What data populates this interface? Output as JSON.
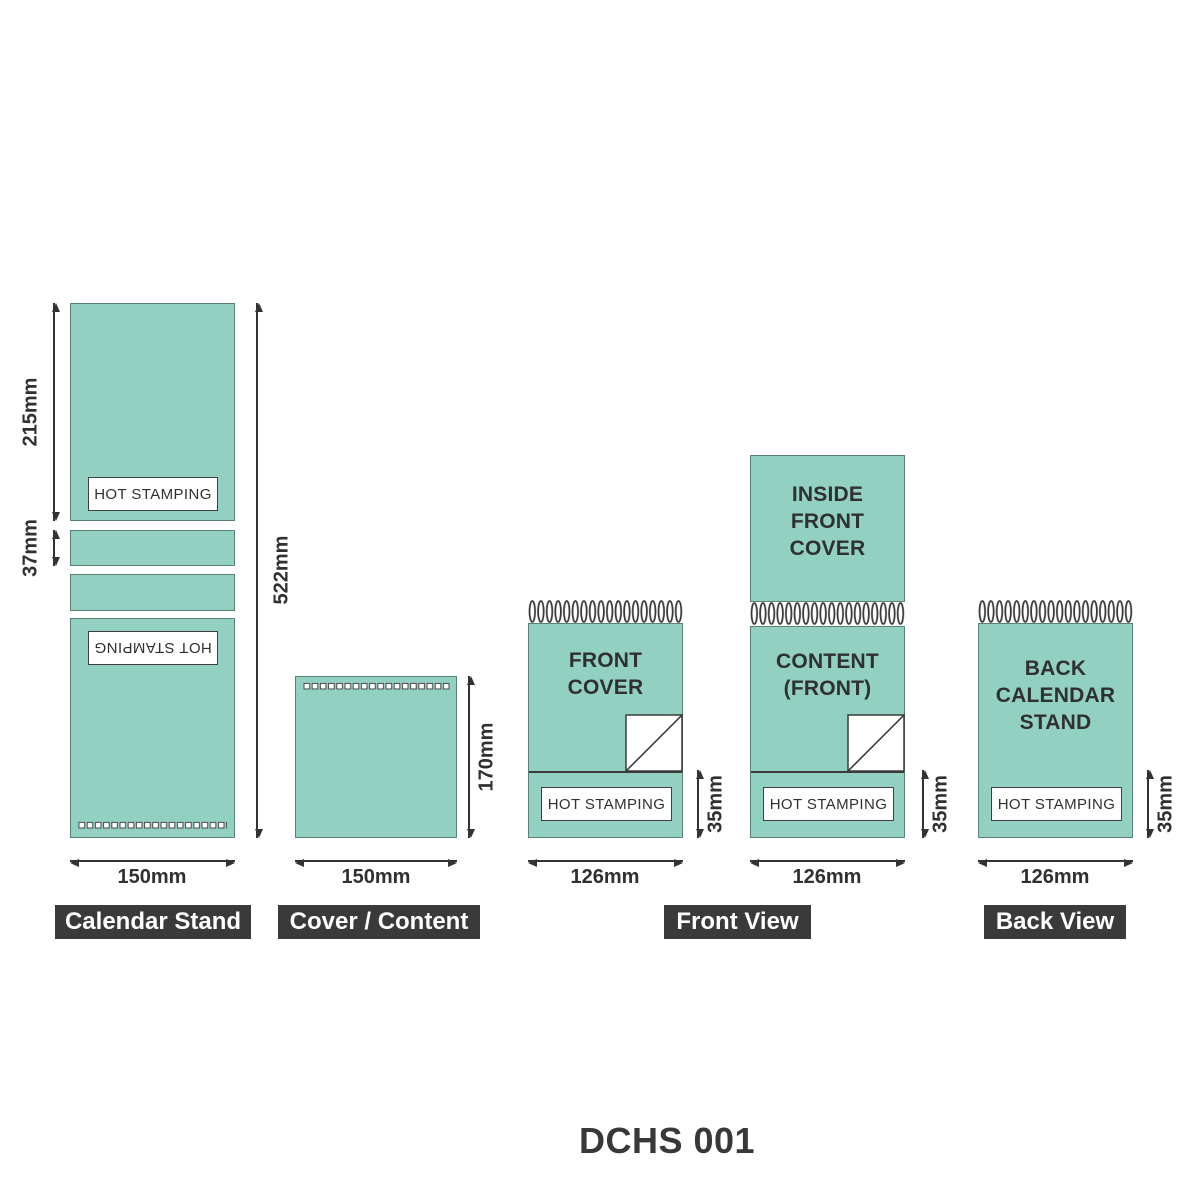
{
  "colors": {
    "teal": "#92d1c2",
    "ink": "#303030",
    "caption_bg": "#3a3a3a",
    "caption_text": "#ffffff"
  },
  "title": "DCHS 001",
  "labels": {
    "hot_stamping": "HOT STAMPING",
    "front_cover": "FRONT\nCOVER",
    "inside_front_cover": "INSIDE\nFRONT\nCOVER",
    "content_front": "CONTENT\n(FRONT)",
    "back_calendar_stand": "BACK\nCALENDAR\nSTAND"
  },
  "captions": {
    "calendar_stand": "Calendar Stand",
    "cover_content": "Cover / Content",
    "front_view": "Front View",
    "back_view": "Back View"
  },
  "dimensions": {
    "stand_top_height": "215mm",
    "stand_fold_height": "37mm",
    "stand_total_height": "522mm",
    "stand_width": "150mm",
    "cover_height": "170mm",
    "cover_width": "150mm",
    "front_stamp_height": "35mm",
    "front_width": "126mm",
    "content_stamp_height": "35mm",
    "content_width": "126mm",
    "back_stamp_height": "35mm",
    "back_width": "126mm"
  }
}
